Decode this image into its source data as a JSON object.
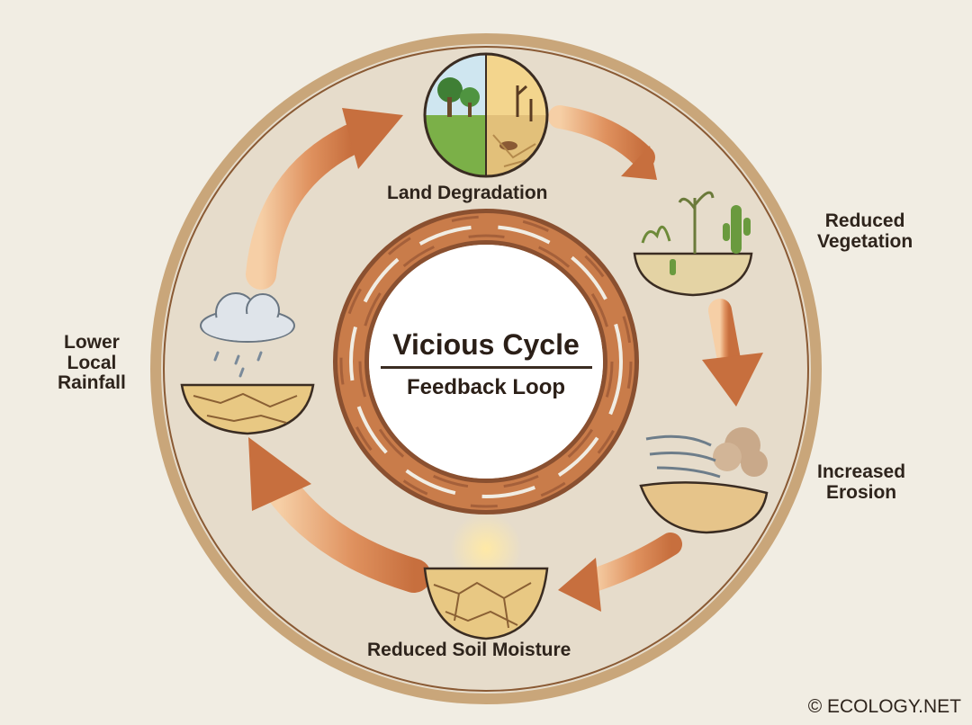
{
  "diagram": {
    "center": {
      "title": "Vicious Cycle",
      "subtitle": "Feedback Loop"
    },
    "stages": [
      {
        "label": "Land Degradation",
        "icon": "land-degradation-icon"
      },
      {
        "label_lines": [
          "Reduced",
          "Vegetation"
        ],
        "icon": "reduced-vegetation-icon"
      },
      {
        "label_lines": [
          "Increased",
          "Erosion"
        ],
        "icon": "increased-erosion-icon"
      },
      {
        "label": "Reduced Soil Moisture",
        "icon": "reduced-soil-moisture-icon"
      },
      {
        "label_lines": [
          "Lower",
          "Local",
          "Rainfall"
        ],
        "icon": "lower-local-rainfall-icon"
      }
    ],
    "copyright": "© ECOLOGY.NET",
    "colors": {
      "background": "#f1ede3",
      "ring_fill": "#e6dccb",
      "ring_border": "#c9a67a",
      "arrow": "#cf7a4c",
      "arrow_light": "#f0b98a",
      "text": "#2e241c"
    }
  }
}
